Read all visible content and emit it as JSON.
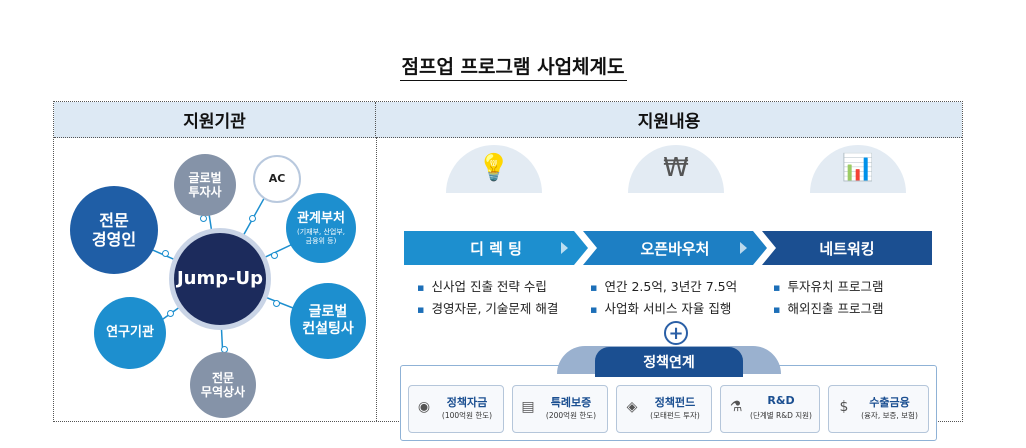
{
  "title": "점프업 프로그램 사업체계도",
  "headers": {
    "left": "지원기관",
    "right": "지원내용"
  },
  "hub": {
    "center": "Jump-Up",
    "nodes": {
      "investor": "글로벌\n투자사",
      "ac": "AC",
      "ministries": "관계부처",
      "ministries_sub": "(기재부, 산업부,\n금융위 등)",
      "consulting": "글로벌\n컨설팅사",
      "trading": "전문\n무역상사",
      "research": "연구기관",
      "experts": "전문\n경영인"
    }
  },
  "stages": [
    {
      "label": "디 렉 팅",
      "icon": "lightbulb-people-icon",
      "color": "#1d8fcf",
      "bullets": [
        "신사업 진출 전략 수립",
        "경영자문, 기술문제 해결"
      ]
    },
    {
      "label": "오픈바우처",
      "icon": "won-gear-icon",
      "color": "#1d7fc4",
      "bullets": [
        "연간 2.5억, 3년간 7.5억",
        "사업화 서비스 자율 집행"
      ]
    },
    {
      "label": "네트워킹",
      "icon": "presentation-icon",
      "color": "#1b4f91",
      "bullets": [
        "투자유치 프로그램",
        "해외진출 프로그램"
      ]
    }
  ],
  "plus_symbol": "+",
  "policy": {
    "label": "정책연계",
    "cards": [
      {
        "name": "정책자금",
        "sub": "(100억원 한도)",
        "icon": "coins-icon"
      },
      {
        "name": "특례보증",
        "sub": "(200억원 한도)",
        "icon": "document-icon"
      },
      {
        "name": "정책펀드",
        "sub": "(모태펀드 투자)",
        "icon": "fund-icon"
      },
      {
        "name": "R&D",
        "sub": "(단계별 R&D 지원)",
        "icon": "research-icon"
      },
      {
        "name": "수출금융",
        "sub": "(융자, 보증, 보험)",
        "icon": "export-finance-icon"
      }
    ]
  },
  "colors": {
    "primary": "#1b4f91",
    "accent": "#1d8fcf",
    "header_bg": "#dde9f4"
  }
}
